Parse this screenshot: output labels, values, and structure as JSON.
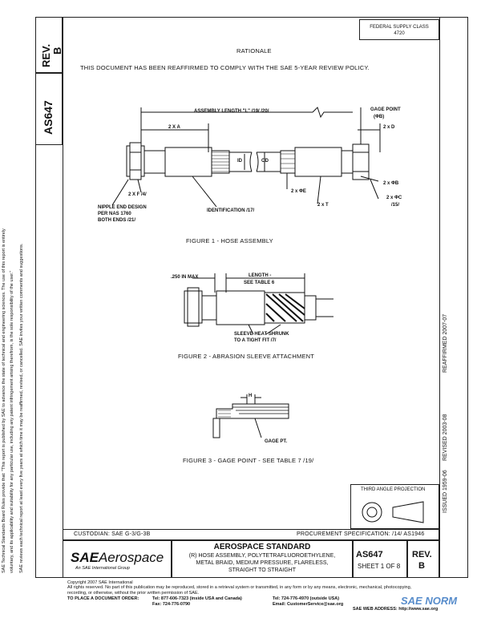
{
  "header": {
    "stamp_line1": "FEDERAL SUPPLY CLASS",
    "stamp_line2": "4720",
    "title": "RATIONALE",
    "reaffirm_text": "THIS DOCUMENT HAS BEEN REAFFIRMED TO COMPLY WITH THE SAE 5-YEAR REVIEW POLICY."
  },
  "sidebar": {
    "rev_label": "REV.",
    "rev_value": "B",
    "doc_number": "AS647",
    "disclaimer_1": "SAE Technical Standards Board Rules provide that: \"This report is published by SAE to advance the state of technical and engineering sciences. The use of this report is entirely",
    "disclaimer_2": "voluntary, and its applicability and suitability for any particular use, including any patent infringement arising therefrom, is the sole responsibility of the user.\"",
    "disclaimer_3": "SAE reviews each technical report at least every five years at which time it may be reaffirmed, revised, or cancelled. SAE invites your written comments and suggestions.",
    "issued": "ISSUED 1959-06",
    "revised": "REVISED 2003-08",
    "reaffirmed": "REAFFIRMED 2007-07"
  },
  "figure1": {
    "caption": "FIGURE 1 - HOSE ASSEMBLY",
    "assembly_length": "ASSEMBLY LENGTH \"L\" /19/ /20/",
    "gage_point": "GAGE POINT",
    "phi_b": "(ΦB)",
    "two_x_a": "2 X A",
    "two_x_d": "2 x D",
    "id": "ID",
    "od": "OD",
    "two_x_phi_e": "2 x ΦE",
    "two_x_phi_b": "2 x ΦB",
    "two_x_phi_c": "2 x ΦC",
    "note_15": "/15/",
    "two_x_f": "2 X F /4/",
    "two_x_t": "2 x T",
    "nipple_1": "NIPPLE END DESIGN",
    "nipple_2": "PER NAS 1760",
    "nipple_3": "BOTH ENDS /21/",
    "identification": "IDENTIFICATION /17/"
  },
  "figure2": {
    "caption": "FIGURE 2 - ABRASION SLEEVE ATTACHMENT",
    "max_dim": ".250 IN MAX",
    "length_1": "LENGTH -",
    "length_2": "SEE TABLE 6",
    "sleeve_1": "SLEEVE HEAT SHRUNK",
    "sleeve_2": "TO A TIGHT FIT /7/"
  },
  "figure3": {
    "caption": "FIGURE 3 - GAGE POINT - SEE TABLE 7 /19/",
    "h": "H",
    "gage_pt": "GAGE PT."
  },
  "projection": {
    "label": "THIRD ANGLE PROJECTION"
  },
  "title_block": {
    "custodian": "CUSTODIAN: SAE G-3/G-3B",
    "procurement": "PROCUREMENT SPECIFICATION: /14/ AS1946",
    "brand_sae": "SAE",
    "brand_aero": "Aerospace",
    "brand_sub": "An SAE International Group",
    "standard_title": "AEROSPACE STANDARD",
    "desc_1": "(R) HOSE ASSEMBLY, POLYTETRAFLUOROETHYLENE,",
    "desc_2": "METAL BRAID, MEDIUM PRESSURE, FLARELESS,",
    "desc_3": "STRAIGHT TO STRAIGHT",
    "doc_number": "AS647",
    "sheet": "SHEET 1 OF 8",
    "rev_label": "REV.",
    "rev_value": "B"
  },
  "footer": {
    "copyright": "Copyright 2007 SAE International",
    "rights": "All rights reserved. No part of this publication may be reproduced, stored in a retrieval system or transmitted, in any form or by any means, electronic, mechanical, photocopying,",
    "rights_2": "recording, or otherwise, without the prior written permission of SAE.",
    "order_label": "TO PLACE A DOCUMENT ORDER:",
    "tel_1": "Tel: 877-606-7323 (inside USA and Canada)",
    "tel_2": "Tel: 724-776-4970 (outside USA)",
    "fax": "Fax: 724-776-0790",
    "email": "Email: CustomerService@sae.org",
    "web": "SAE WEB ADDRESS: http://www.sae.org",
    "watermark": "SAE NORM"
  },
  "colors": {
    "ink": "#111111",
    "watermark": "#3a78c2"
  }
}
